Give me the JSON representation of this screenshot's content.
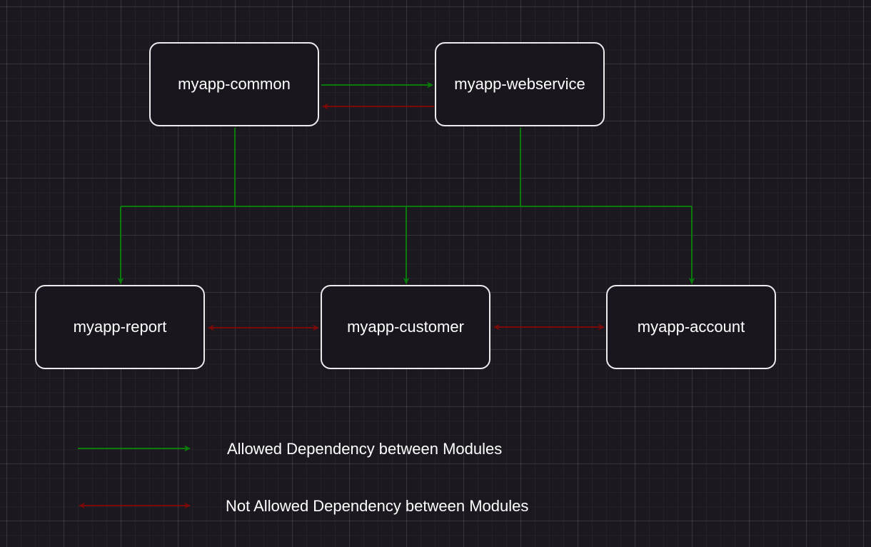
{
  "colors": {
    "allowed": "#0a7a0a",
    "not_allowed": "#7a0a0a",
    "node_border": "#ececec",
    "background": "#1b1820"
  },
  "nodes": {
    "common": {
      "label": "myapp-common"
    },
    "webservice": {
      "label": "myapp-webservice"
    },
    "report": {
      "label": "myapp-report"
    },
    "customer": {
      "label": "myapp-customer"
    },
    "account": {
      "label": "myapp-account"
    }
  },
  "edges": [
    {
      "from": "myapp-common",
      "to": "myapp-webservice",
      "type": "allowed"
    },
    {
      "from": "myapp-webservice",
      "to": "myapp-common",
      "type": "not_allowed"
    },
    {
      "from": "myapp-common",
      "to": "myapp-report",
      "type": "allowed"
    },
    {
      "from": "myapp-common",
      "to": "myapp-customer",
      "type": "allowed"
    },
    {
      "from": "myapp-common",
      "to": "myapp-account",
      "type": "allowed"
    },
    {
      "from": "myapp-webservice",
      "to": "myapp-report",
      "type": "allowed"
    },
    {
      "from": "myapp-webservice",
      "to": "myapp-customer",
      "type": "allowed"
    },
    {
      "from": "myapp-webservice",
      "to": "myapp-account",
      "type": "allowed"
    },
    {
      "from": "myapp-report",
      "to": "myapp-customer",
      "type": "not_allowed",
      "bidirectional": true
    },
    {
      "from": "myapp-customer",
      "to": "myapp-account",
      "type": "not_allowed",
      "bidirectional": true
    }
  ],
  "legend": {
    "allowed": "Allowed Dependency between Modules",
    "not_allowed": "Not Allowed Dependency between Modules"
  }
}
